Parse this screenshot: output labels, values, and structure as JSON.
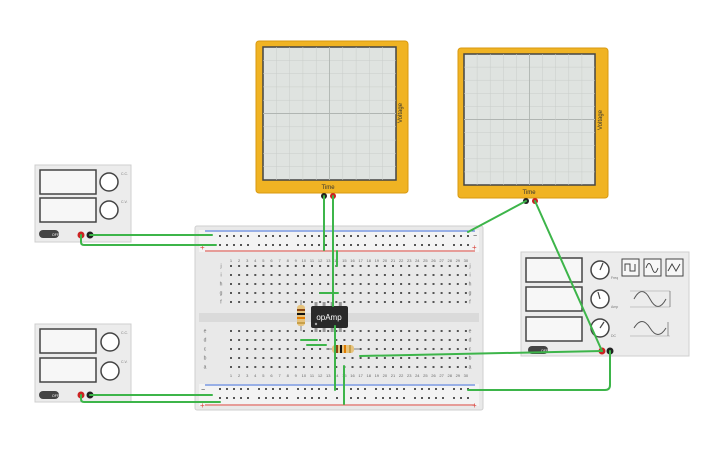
{
  "scope1": {
    "x_label": "Time",
    "y_label": "Voltage"
  },
  "scope2": {
    "x_label": "Time",
    "y_label": "Voltage"
  },
  "psu1": {
    "power_label": "OFF",
    "knob1_label": "C.C.",
    "knob2_label": "C.V."
  },
  "psu2": {
    "power_label": "OFF",
    "knob1_label": "C.C.",
    "knob2_label": "C.V."
  },
  "fg": {
    "power_label": "OFF",
    "waveforms": [
      "square",
      "sine",
      "triangle"
    ],
    "knob_labels": [
      "Freq",
      "Amp",
      "DC"
    ]
  },
  "opamp": {
    "label": "opAmp"
  },
  "breadboard": {
    "columns": [
      "1",
      "2",
      "3",
      "4",
      "5",
      "6",
      "7",
      "8",
      "9",
      "10",
      "11",
      "12",
      "13",
      "14",
      "15",
      "16",
      "17",
      "18",
      "19",
      "20",
      "21",
      "22",
      "23",
      "24",
      "25",
      "26",
      "27",
      "28",
      "29",
      "30"
    ],
    "rows_top": [
      "j",
      "i",
      "h",
      "g",
      "f"
    ],
    "rows_bottom": [
      "e",
      "d",
      "c",
      "b",
      "a"
    ],
    "rail_minus": "−",
    "rail_plus": "+"
  },
  "colors": {
    "scope_frame": "#f0b323",
    "scope_screen": "#dfe3e0",
    "wire": "#3db54a",
    "rail_red": "#d9453d",
    "rail_blue": "#3d6bd9",
    "board": "#e9e9e9",
    "instrument": "#ececec"
  }
}
